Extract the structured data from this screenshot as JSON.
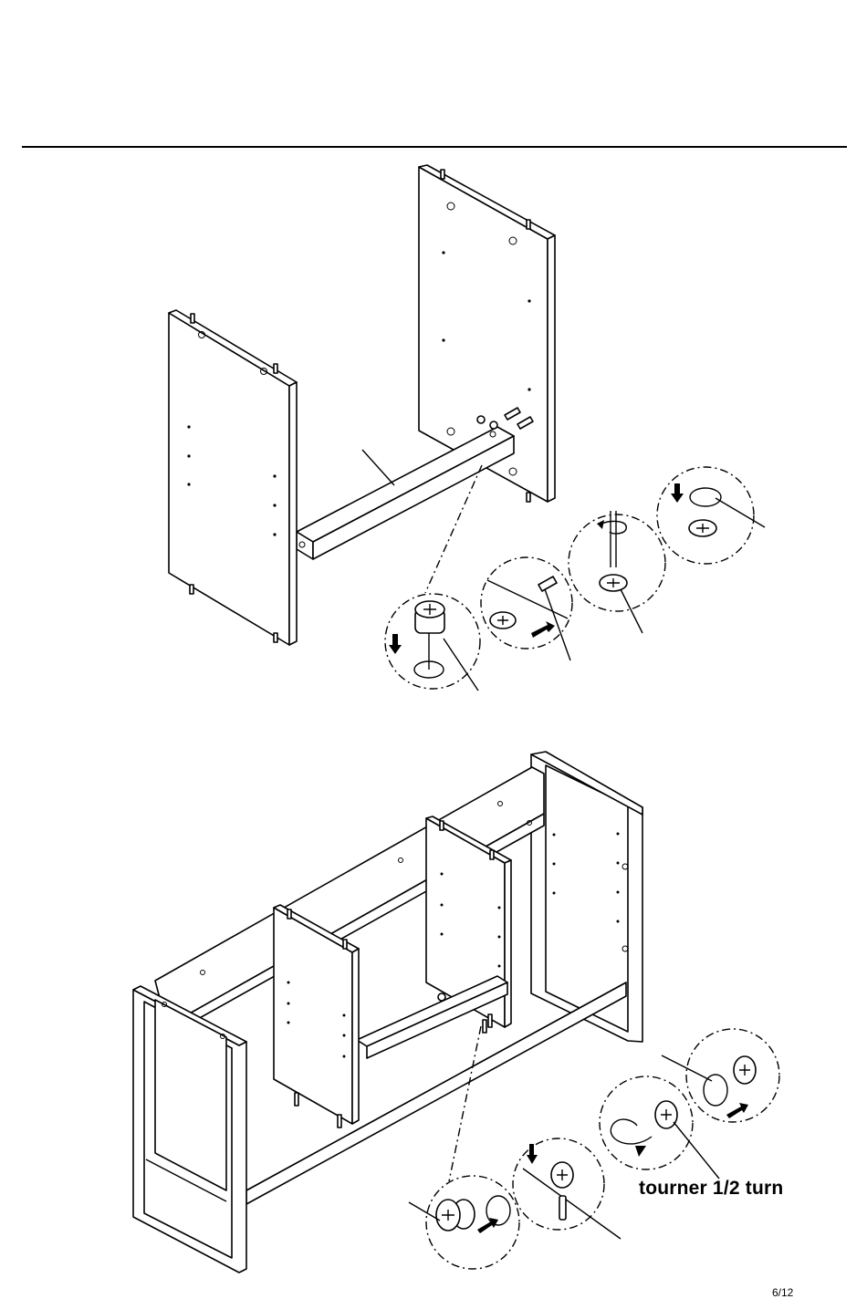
{
  "header": {
    "rule": true
  },
  "step_top": {
    "callouts": [
      "cam-lock-insert",
      "dowel-insert",
      "screwdriver-turn",
      "hole-align"
    ]
  },
  "step_bottom": {
    "instruction": "tourner 1/2 turn"
  },
  "footer": {
    "page_number": "6/12"
  }
}
